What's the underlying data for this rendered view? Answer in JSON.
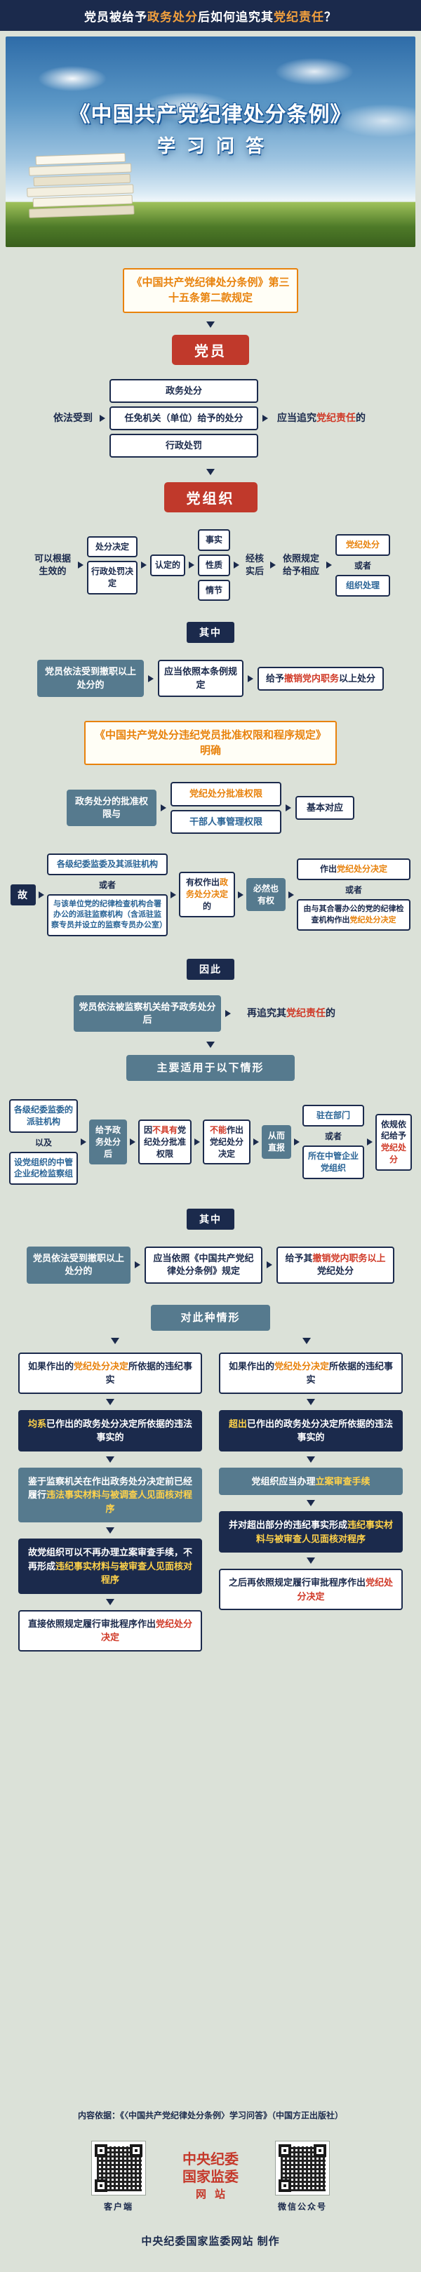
{
  "header": {
    "t1": "党员被给予",
    "t2": "政务处分",
    "t3": "后如何追究其",
    "t4": "党纪责任",
    "t5": "？"
  },
  "hero": {
    "title": "《中国共产党纪律处分条例》",
    "subtitle": "学习问答"
  },
  "rule1": {
    "text": "《中国共产党纪律处分条例》第三十五条第二款规定"
  },
  "subject1": {
    "label": "党员"
  },
  "flow1": {
    "lead": "依法受到",
    "i1": "政务处分",
    "i2": "任免机关（单位）给予的处分",
    "i3": "行政处罚",
    "res_pre": "应当追究",
    "res_hl": "党纪责任",
    "res_post": "的"
  },
  "subject2": {
    "label": "党组织"
  },
  "flow2": {
    "lead": "可以根据生效的",
    "d1": "处分决定",
    "d2": "行政处罚决定",
    "mid": "认定的",
    "f1": "事实",
    "f2": "性质",
    "f3": "情节",
    "verify": "经核实后",
    "give": "依照规定给予相应",
    "r1": "党纪处分",
    "or": "或者",
    "r2": "组织处理"
  },
  "among1": {
    "label": "其中"
  },
  "flow3": {
    "left": "党员依法受到撤职以上处分的",
    "mid": "应当依照本条例规定",
    "r_pre": "给予",
    "r_hl": "撤销党内职务",
    "r_post": "以上处分"
  },
  "rule2": {
    "text": "《中国共产党处分违纪党员批准权限和程序规定》明确"
  },
  "flow4": {
    "left": "政务处分的批准权限与",
    "m1": "党纪处分批准权限",
    "m2": "干部人事管理权限",
    "right": "基本对应"
  },
  "gu": {
    "tag": "故",
    "a1": "各级纪委监委及其派驻机构",
    "or1": "或者",
    "a2": "与该单位党的纪律检查机构合署办公的派驻监察机构（含派驻监察专员并设立的监察专员办公室）",
    "b_pre": "有权作出",
    "b_hl": "政务处分决定",
    "b_post": "的",
    "c": "必然也有权",
    "d1_pre": "作出",
    "d1_hl": "党纪处分决定",
    "or2": "或者",
    "d2_pre": "由与其合署办公的党的纪律检查机构作出",
    "d2_hl": "党纪处分决定"
  },
  "yinci": {
    "label": "因此"
  },
  "flow5": {
    "left": "党员依法被监察机关给予政务处分后",
    "r_pre": "再追究其",
    "r_hl": "党纪责任",
    "r_post": "的"
  },
  "scenario": {
    "label": "主要适用于以下情形"
  },
  "flow6": {
    "a1": "各级纪委监委的派驻机构",
    "yiji": "以及",
    "a2": "设党组织的中管企业纪检监察组",
    "b": "给予政务处分后",
    "c_pre": "因",
    "c_hl": "不具有",
    "c_post": "党纪处分批准权限",
    "d_hl": "不能",
    "d_post": "作出党纪处分决定",
    "e": "从而直报",
    "f1": "驻在部门",
    "or": "或者",
    "f2": "所在中管企业党组织",
    "g_pre": "依规依纪给予",
    "g_hl": "党纪处分"
  },
  "among2": {
    "label": "其中"
  },
  "flow7": {
    "left": "党员依法受到撤职以上处分的",
    "mid": "应当依照《中国共产党纪律处分条例》规定",
    "r_pre": "给予其",
    "r_hl": "撤销党内职务以上",
    "r_post": "党纪处分"
  },
  "case_header": {
    "label": "对此种情形"
  },
  "col_left": {
    "c1_pre": "如果作出的",
    "c1_hl": "党纪处分决定",
    "c1_post": "所依据的违纪事实",
    "c2_hl": "均系",
    "c2_post": "已作出的政务处分决定所依据的违法事实的",
    "c3_pre": "鉴于监察机关在作出政务处分决定前已经履行",
    "c3_hl": "违法事实材料与被调查人见面核对程序",
    "c4_pre": "故党组织可以不再办理立案审查手续，不再形成",
    "c4_hl": "违纪事实材料与被审查人见面核对程序",
    "c5_pre": "直接依照规定履行审批程序作出",
    "c5_hl": "党纪处分决定"
  },
  "col_right": {
    "c1_pre": "如果作出的",
    "c1_hl": "党纪处分决定",
    "c1_post": "所依据的违纪事实",
    "c2_hl": "超出",
    "c2_post": "已作出的政务处分决定所依据的违法事实的",
    "c3_pre": "党组织应当办理",
    "c3_hl": "立案审查手续",
    "c4_pre": "并对超出部分的违纪事实形成",
    "c4_hl": "违纪事实材料与被审查人见面核对程序",
    "c5_pre": "之后再依照规定履行审批程序作出",
    "c5_hl": "党纪处分决定"
  },
  "source": {
    "text": "内容依据：《〈中国共产党纪律处分条例〉学习问答》（中国方正出版社）"
  },
  "footer": {
    "qr_left": "客户端",
    "qr_right": "微信公众号",
    "logo1": "中央纪委",
    "logo2": "国家监委",
    "logo3": "网站",
    "credit": "中央纪委国家监委网站  制作"
  }
}
